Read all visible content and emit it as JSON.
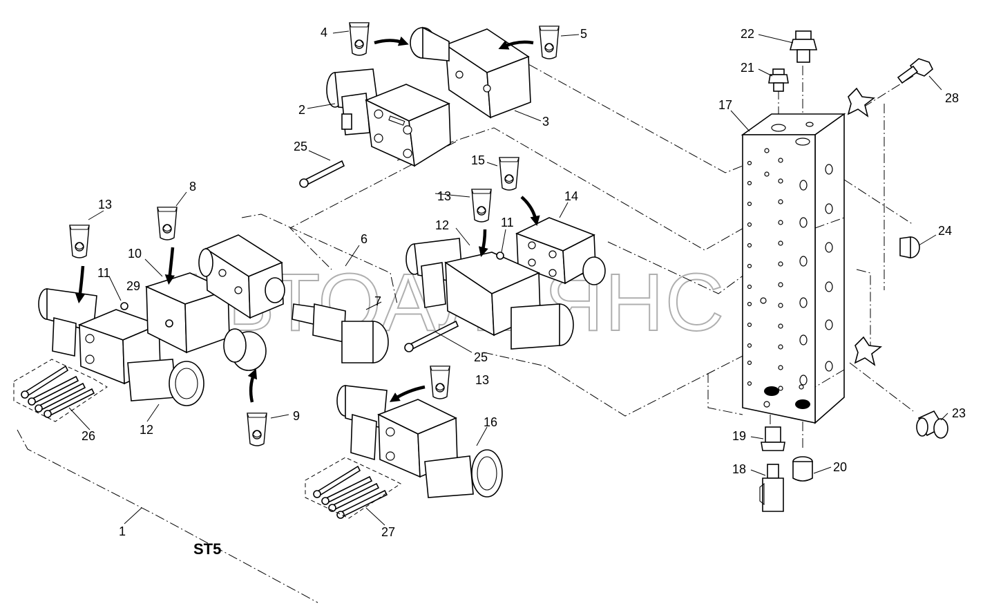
{
  "assembly_label": "ST5",
  "watermark": "АВТОАЛЬЯНС",
  "callouts": [
    "1",
    "2",
    "3",
    "4",
    "5",
    "6",
    "7",
    "8",
    "9",
    "10",
    "11",
    "11",
    "12",
    "12",
    "13",
    "13",
    "13",
    "14",
    "15",
    "16",
    "17",
    "18",
    "19",
    "20",
    "21",
    "22",
    "23",
    "24",
    "25",
    "25",
    "26",
    "27",
    "28",
    "29"
  ],
  "icon": "sealant-tube-icon"
}
